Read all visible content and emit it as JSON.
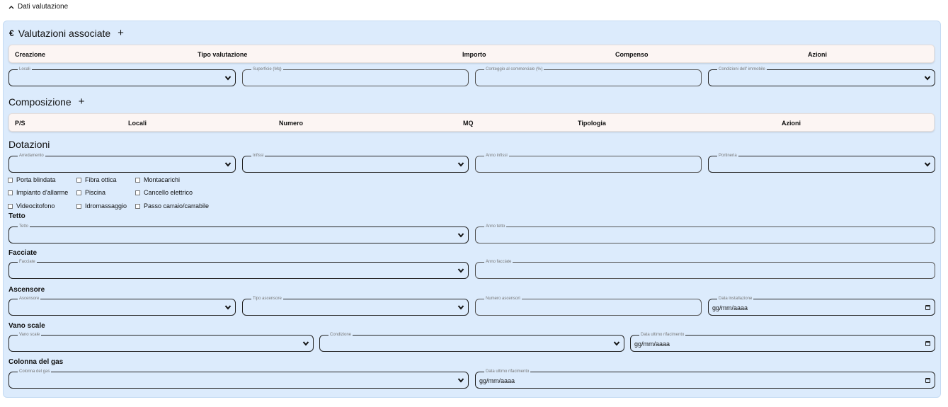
{
  "section_toggle": "Dati valutazione",
  "valutazioni": {
    "title": "Valutazioni associate",
    "columns": [
      "Creazione",
      "Tipo valutazione",
      "Importo",
      "Compenso",
      "Azioni"
    ]
  },
  "fields_row1": [
    "Locali",
    "Superficie (Mq)",
    "Conteggio al commerciale (%)",
    "Condizioni dell' immobile"
  ],
  "composizione": {
    "title": "Composizione",
    "columns": [
      "P/S",
      "Locali",
      "Numero",
      "MQ",
      "Tipologia",
      "Azioni"
    ]
  },
  "dotazioni": {
    "title": "Dotazioni",
    "fields": [
      "Arredamento",
      "Infissi",
      "Anno infissi",
      "Portineria"
    ],
    "checkboxes": [
      "Porta blindata",
      "Fibra ottica",
      "Montacarichi",
      "Impianto d'allarme",
      "Piscina",
      "Cancello elettrico",
      "Videocitofono",
      "Idromassaggio",
      "Passo carraio/carrabile"
    ]
  },
  "tetto": {
    "title": "Tetto",
    "fields": [
      "Tetto",
      "Anno tetto"
    ]
  },
  "facciate": {
    "title": "Facciate",
    "fields": [
      "Facciate",
      "Anno facciate"
    ]
  },
  "ascensore": {
    "title": "Ascensore",
    "fields": [
      "Ascensore",
      "Tipo ascensore",
      "Numero ascensori",
      "Data installazione"
    ],
    "date_value": "gg/mm/aaaa"
  },
  "vano_scale": {
    "title": "Vano scale",
    "fields": [
      "Vano scale",
      "Condizione",
      "Data ultimo rifacimento"
    ],
    "date_value": "gg/mm/aaaa"
  },
  "colonna_gas": {
    "title": "Colonna del gas",
    "fields": [
      "Colonna del gas",
      "Data ultimo rifacimento"
    ],
    "date_value": "gg/mm/aaaa"
  }
}
